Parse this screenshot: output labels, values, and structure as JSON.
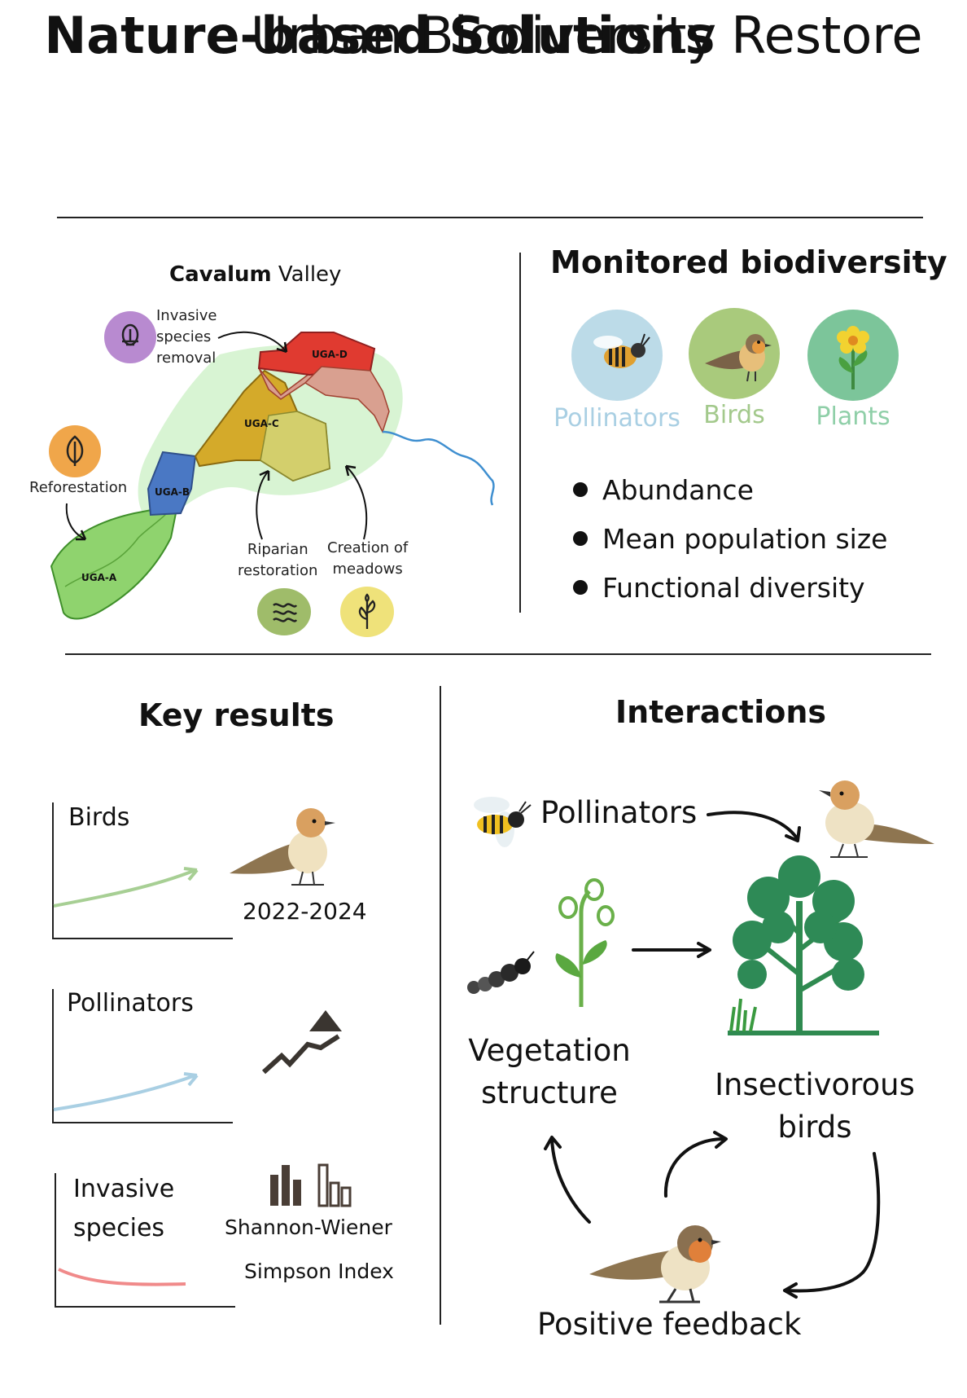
{
  "title": {
    "line1_bold": "Nature-based Solutions",
    "line1_rest": " Restore",
    "line2": "Urban Biodiversity"
  },
  "map": {
    "title_bold": "Cavalum",
    "title_rest": " Valley",
    "zones": [
      "UGA-A",
      "UGA-B",
      "UGA-C",
      "UGA-D"
    ],
    "actions": {
      "invasive": [
        "Invasive",
        "species",
        "removal"
      ],
      "reforestation": "Reforestation",
      "riparian": [
        "Riparian",
        "restoration"
      ],
      "meadows": [
        "Creation of",
        "meadows"
      ]
    }
  },
  "monitored": {
    "heading": "Monitored biodiversity",
    "groups": [
      {
        "label": "Pollinators",
        "color": "#a9cfe3"
      },
      {
        "label": "Birds",
        "color": "#a3c98c"
      },
      {
        "label": "Plants",
        "color": "#8fcfa8"
      }
    ],
    "metrics": [
      "Abundance",
      "Mean population size",
      "Functional diversity"
    ]
  },
  "key_results": {
    "heading": "Key results",
    "panels": [
      {
        "label": "Birds",
        "trend": "increase",
        "color": "#a7cf94"
      },
      {
        "label": "Pollinators",
        "trend": "increase",
        "color": "#a9cfe3"
      },
      {
        "label_lines": [
          "Invasive",
          "species"
        ],
        "trend": "decrease",
        "color": "#f08a8a"
      }
    ],
    "period": "2022-2024",
    "indices": [
      "Shannon-Wiener",
      "Simpson Index"
    ]
  },
  "interactions": {
    "heading": "Interactions",
    "pollinators": "Pollinators",
    "vegetation": [
      "Vegetation",
      "structure"
    ],
    "insectivorous": [
      "Insectivorous",
      "birds"
    ],
    "feedback": "Positive feedback"
  }
}
